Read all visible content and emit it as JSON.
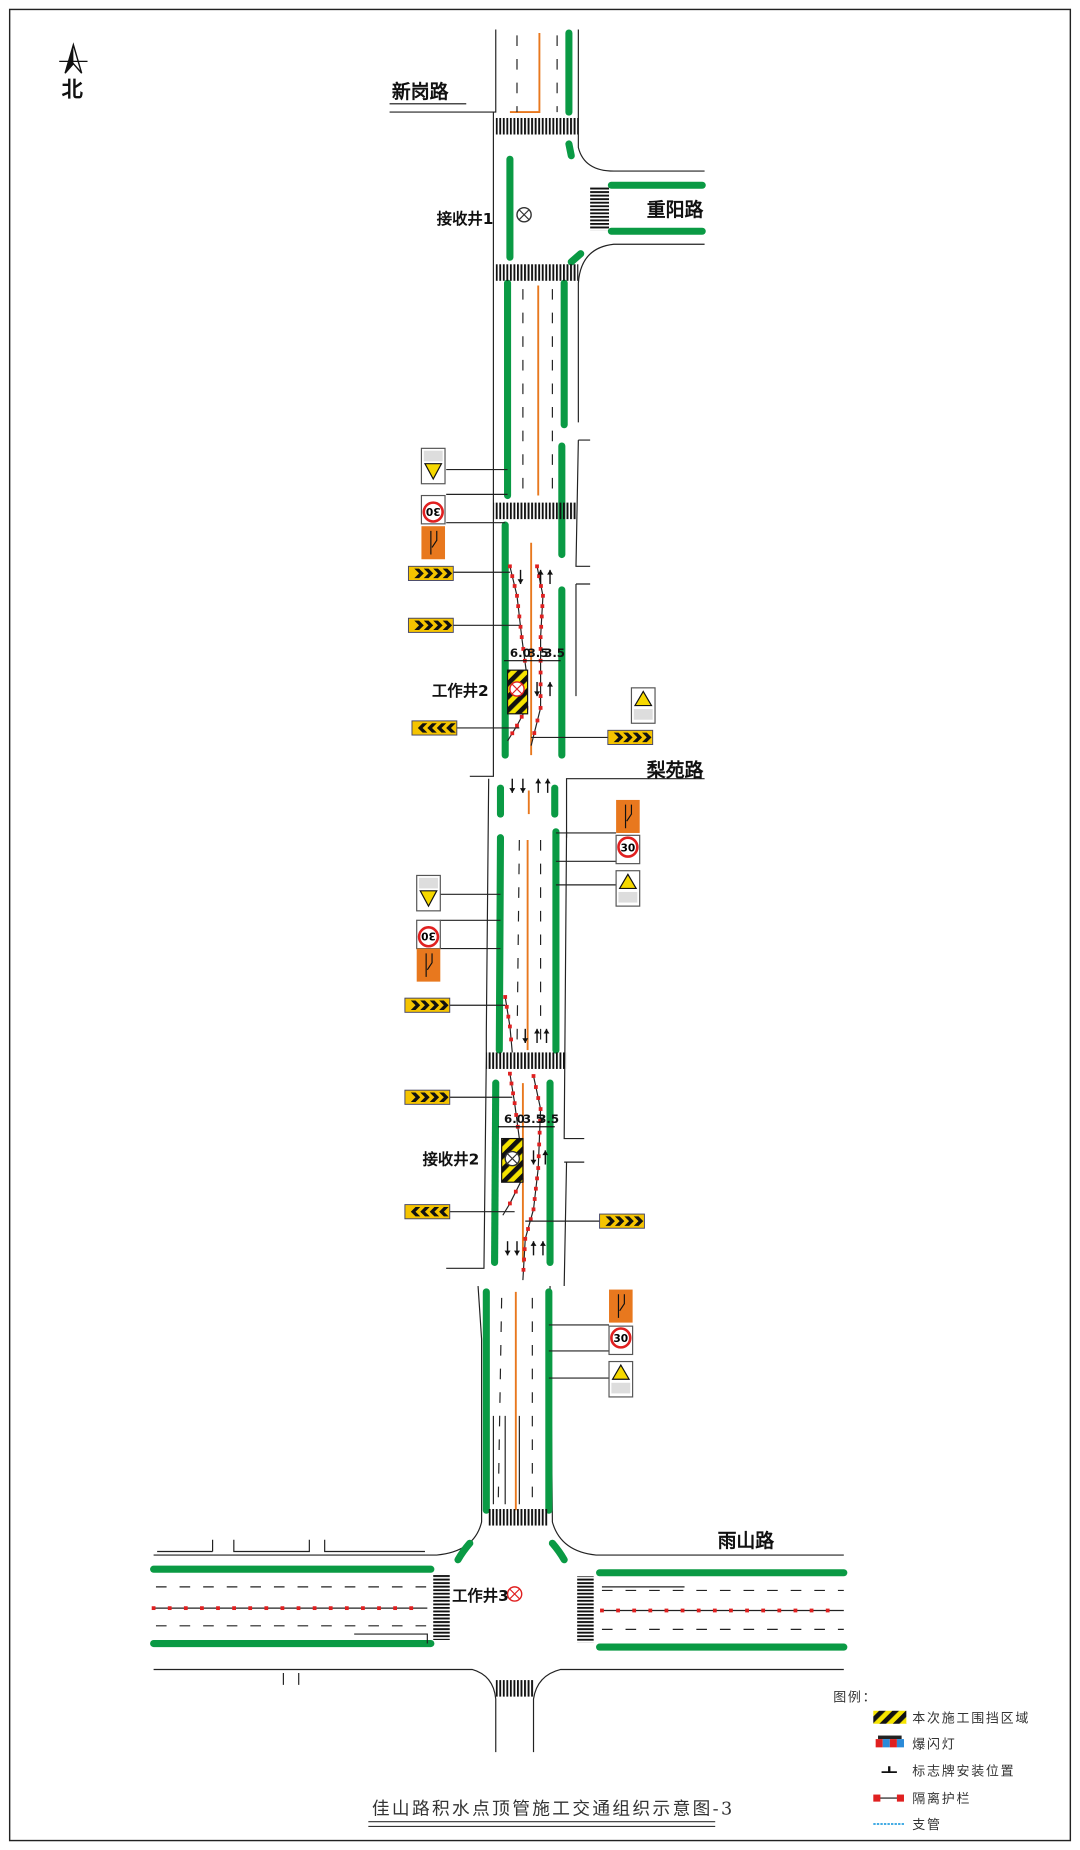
{
  "north": {
    "label": "北"
  },
  "roads": {
    "xingang": "新岗路",
    "chongyang": "重阳路",
    "liyuan": "梨苑路",
    "yushan": "雨山路"
  },
  "wells": {
    "receive1": "接收井1",
    "work2": "工作井2",
    "receive2": "接收井2",
    "work3": "工作井3"
  },
  "dimensions": {
    "zone2": [
      "6.0",
      "3.5",
      "3.5"
    ],
    "zone_r2": [
      "6.0",
      "3.5",
      "3.5"
    ]
  },
  "signs": {
    "speed_limit": "30"
  },
  "legend": {
    "title": "图例：",
    "items": [
      {
        "icon": "hatch-zone-icon",
        "label": "本次施工围挡区域"
      },
      {
        "icon": "flash-light-icon",
        "label": "爆闪灯"
      },
      {
        "icon": "sign-position-icon",
        "label": "标志牌安装位置"
      },
      {
        "icon": "barrier-icon",
        "label": "隔离护栏"
      },
      {
        "icon": "branch-pipe-icon",
        "label": "支管"
      }
    ]
  },
  "title": "佳山路积水点顶管施工交通组织示意图-3",
  "colors": {
    "green": "#0a9a44",
    "orange": "#e8781e",
    "barrier": "#e02020",
    "chevron": "#f5c400",
    "pipe": "#2aa0e0"
  }
}
